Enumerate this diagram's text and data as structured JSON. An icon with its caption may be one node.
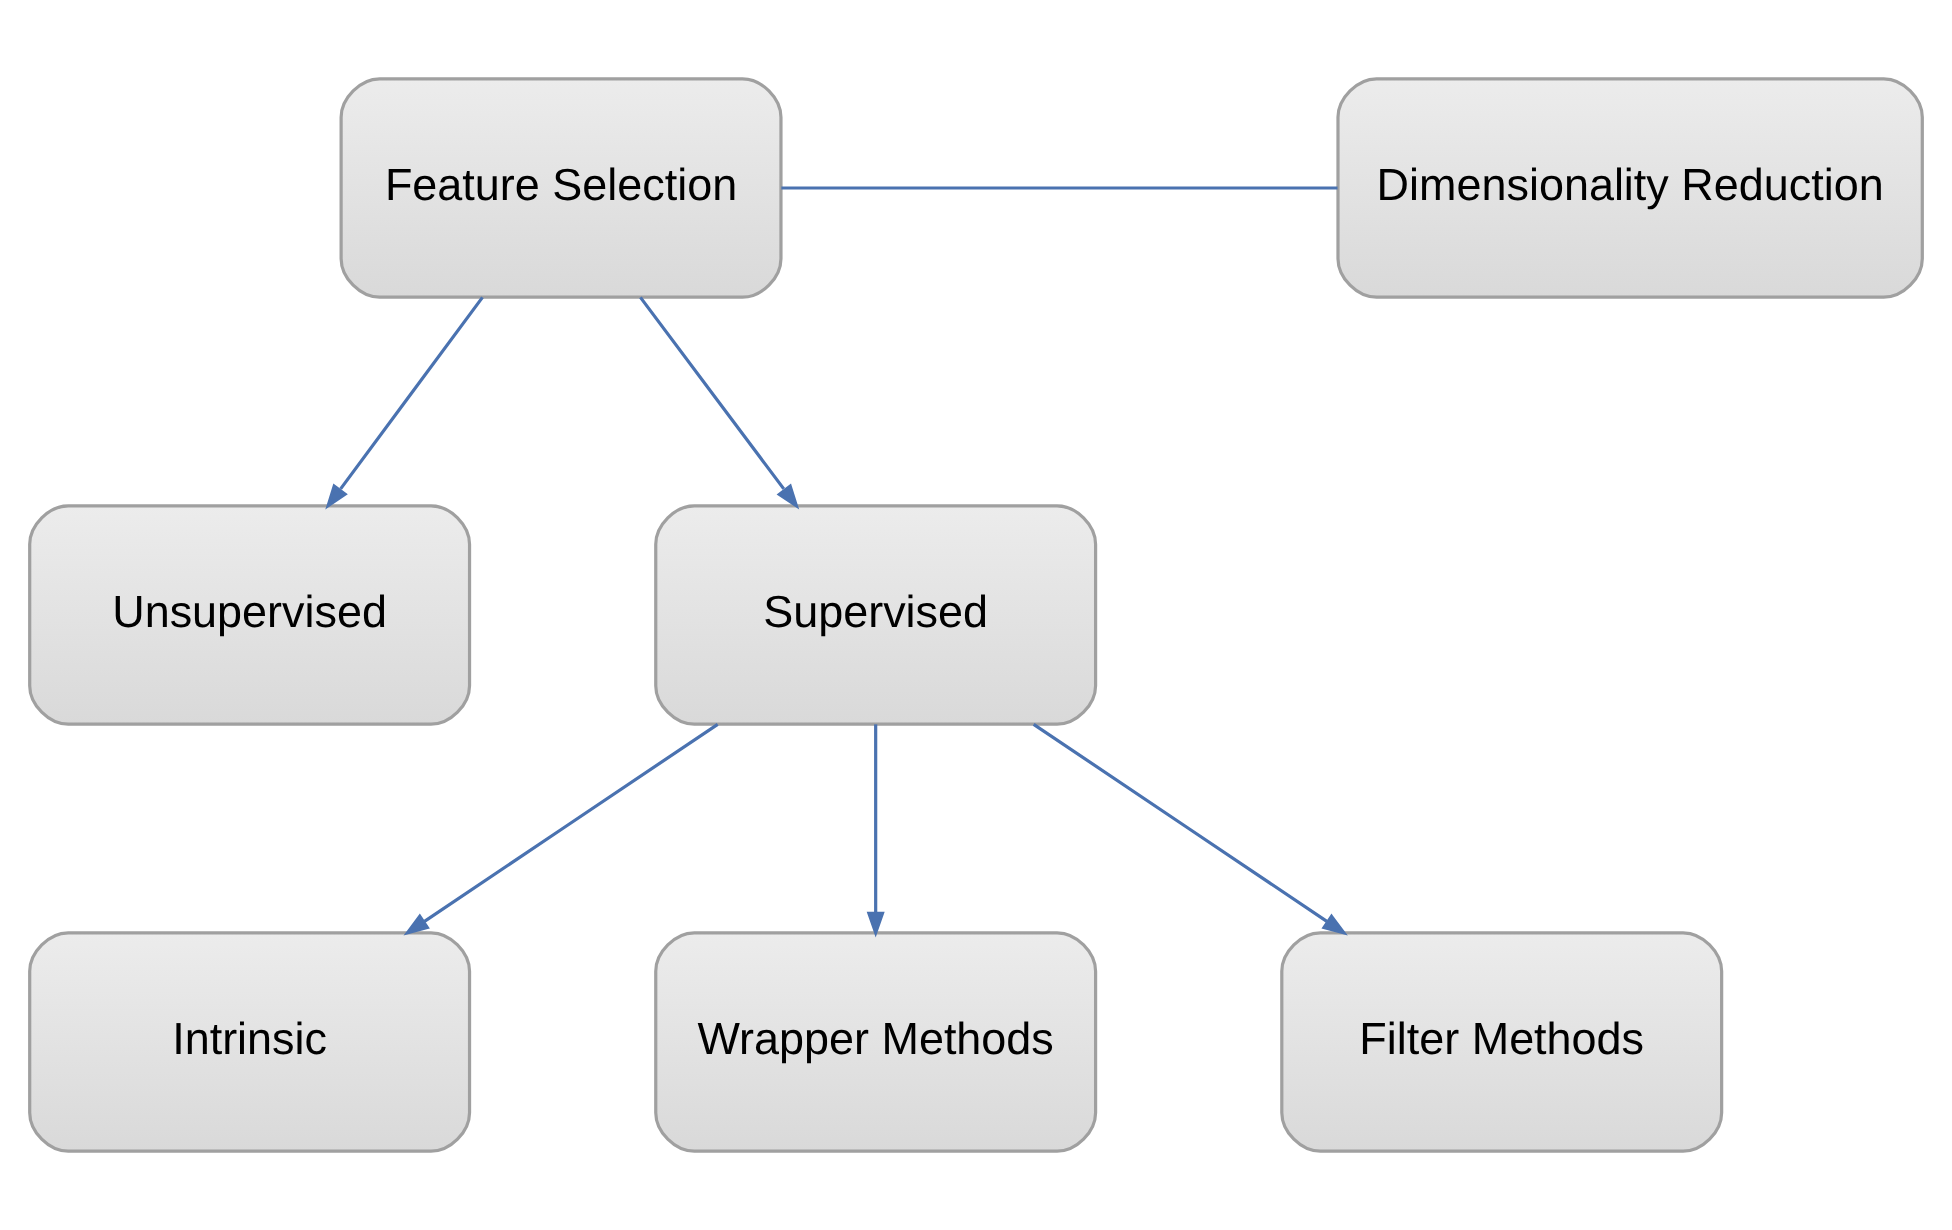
{
  "diagram": {
    "nodes": [
      {
        "text": [
          "Feature Selection"
        ]
      },
      {
        "text": [
          "Dimensionality Reduction"
        ]
      },
      {
        "text": [
          "Unsupervised"
        ]
      },
      {
        "text": [
          "Supervised"
        ]
      },
      {
        "text": [
          "Intrinsic"
        ]
      },
      {
        "text": [
          "Wrapper Methods"
        ]
      },
      {
        "text": [
          "Filter Methods"
        ]
      }
    ],
    "edges": [
      {
        "from": 0,
        "to": 1,
        "arrow": "none"
      },
      {
        "from": 0,
        "to": 2,
        "arrow": "to"
      },
      {
        "from": 0,
        "to": 3,
        "arrow": "to"
      },
      {
        "from": 3,
        "to": 4,
        "arrow": "to"
      },
      {
        "from": 3,
        "to": 5,
        "arrow": "to"
      },
      {
        "from": 3,
        "to": 6,
        "arrow": "to"
      }
    ]
  }
}
